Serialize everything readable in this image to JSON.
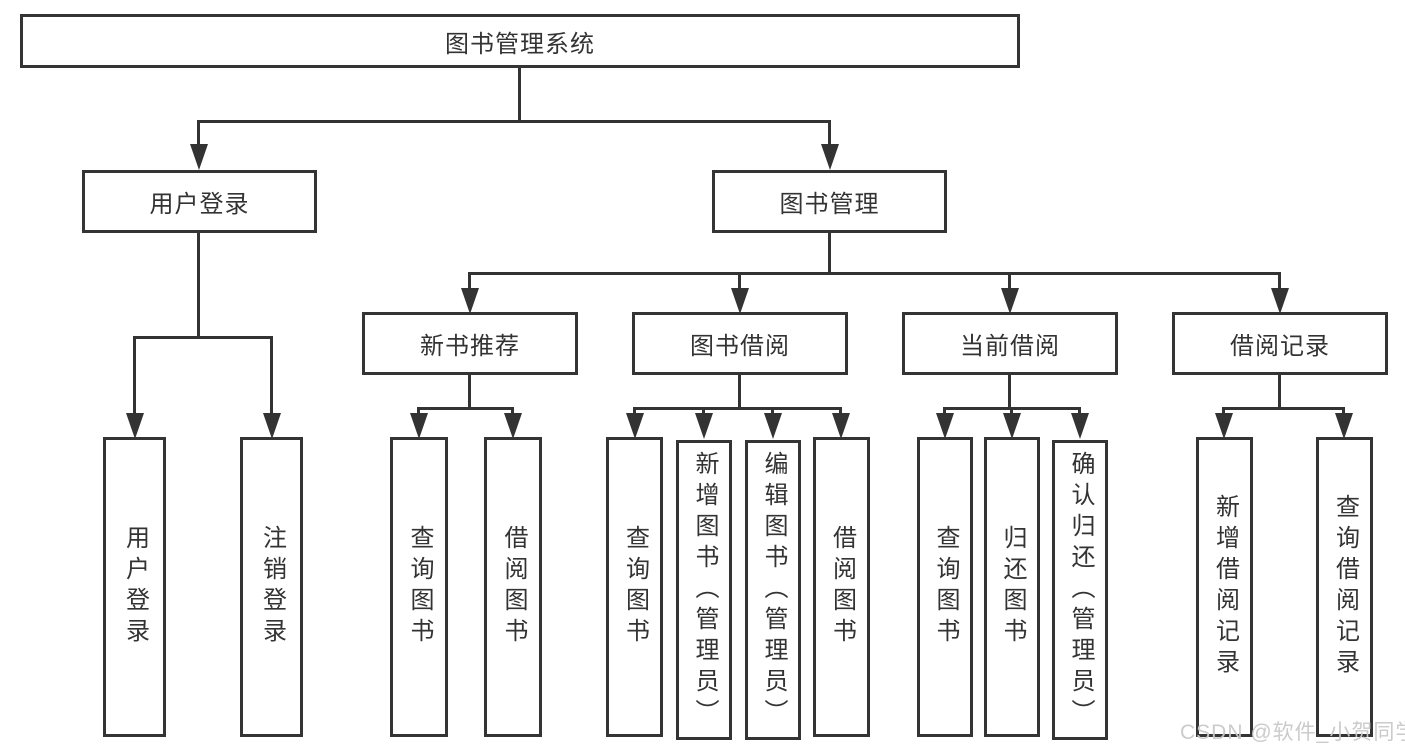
{
  "diagram": {
    "type": "hierarchy-tree",
    "title": "图书管理系统",
    "level2": [
      {
        "label": "用户登录"
      },
      {
        "label": "图书管理"
      }
    ],
    "level3": [
      {
        "label": "新书推荐",
        "parent": "图书管理"
      },
      {
        "label": "图书借阅",
        "parent": "图书管理"
      },
      {
        "label": "当前借阅",
        "parent": "图书管理"
      },
      {
        "label": "借阅记录",
        "parent": "图书管理"
      }
    ],
    "leaves": [
      {
        "label": "用户登录",
        "parent": "用户登录"
      },
      {
        "label": "注销登录",
        "parent": "用户登录"
      },
      {
        "label": "查询图书",
        "parent": "新书推荐"
      },
      {
        "label": "借阅图书",
        "parent": "新书推荐"
      },
      {
        "label": "查询图书",
        "parent": "图书借阅"
      },
      {
        "label": "新增图书（管理员）",
        "parent": "图书借阅"
      },
      {
        "label": "编辑图书（管理员）",
        "parent": "图书借阅"
      },
      {
        "label": "借阅图书",
        "parent": "图书借阅"
      },
      {
        "label": "查询图书",
        "parent": "当前借阅"
      },
      {
        "label": "归还图书",
        "parent": "当前借阅"
      },
      {
        "label": "确认归还（管理员）",
        "parent": "当前借阅"
      },
      {
        "label": "新增借阅记录",
        "parent": "借阅记录"
      },
      {
        "label": "查询借阅记录",
        "parent": "借阅记录"
      }
    ]
  },
  "watermark": "CSDN @软件_小贺同学",
  "colors": {
    "line": "#333333",
    "text": "#333333",
    "box_background": "#ffffff",
    "watermark": "#c8c8c8",
    "background": "#ffffff"
  }
}
